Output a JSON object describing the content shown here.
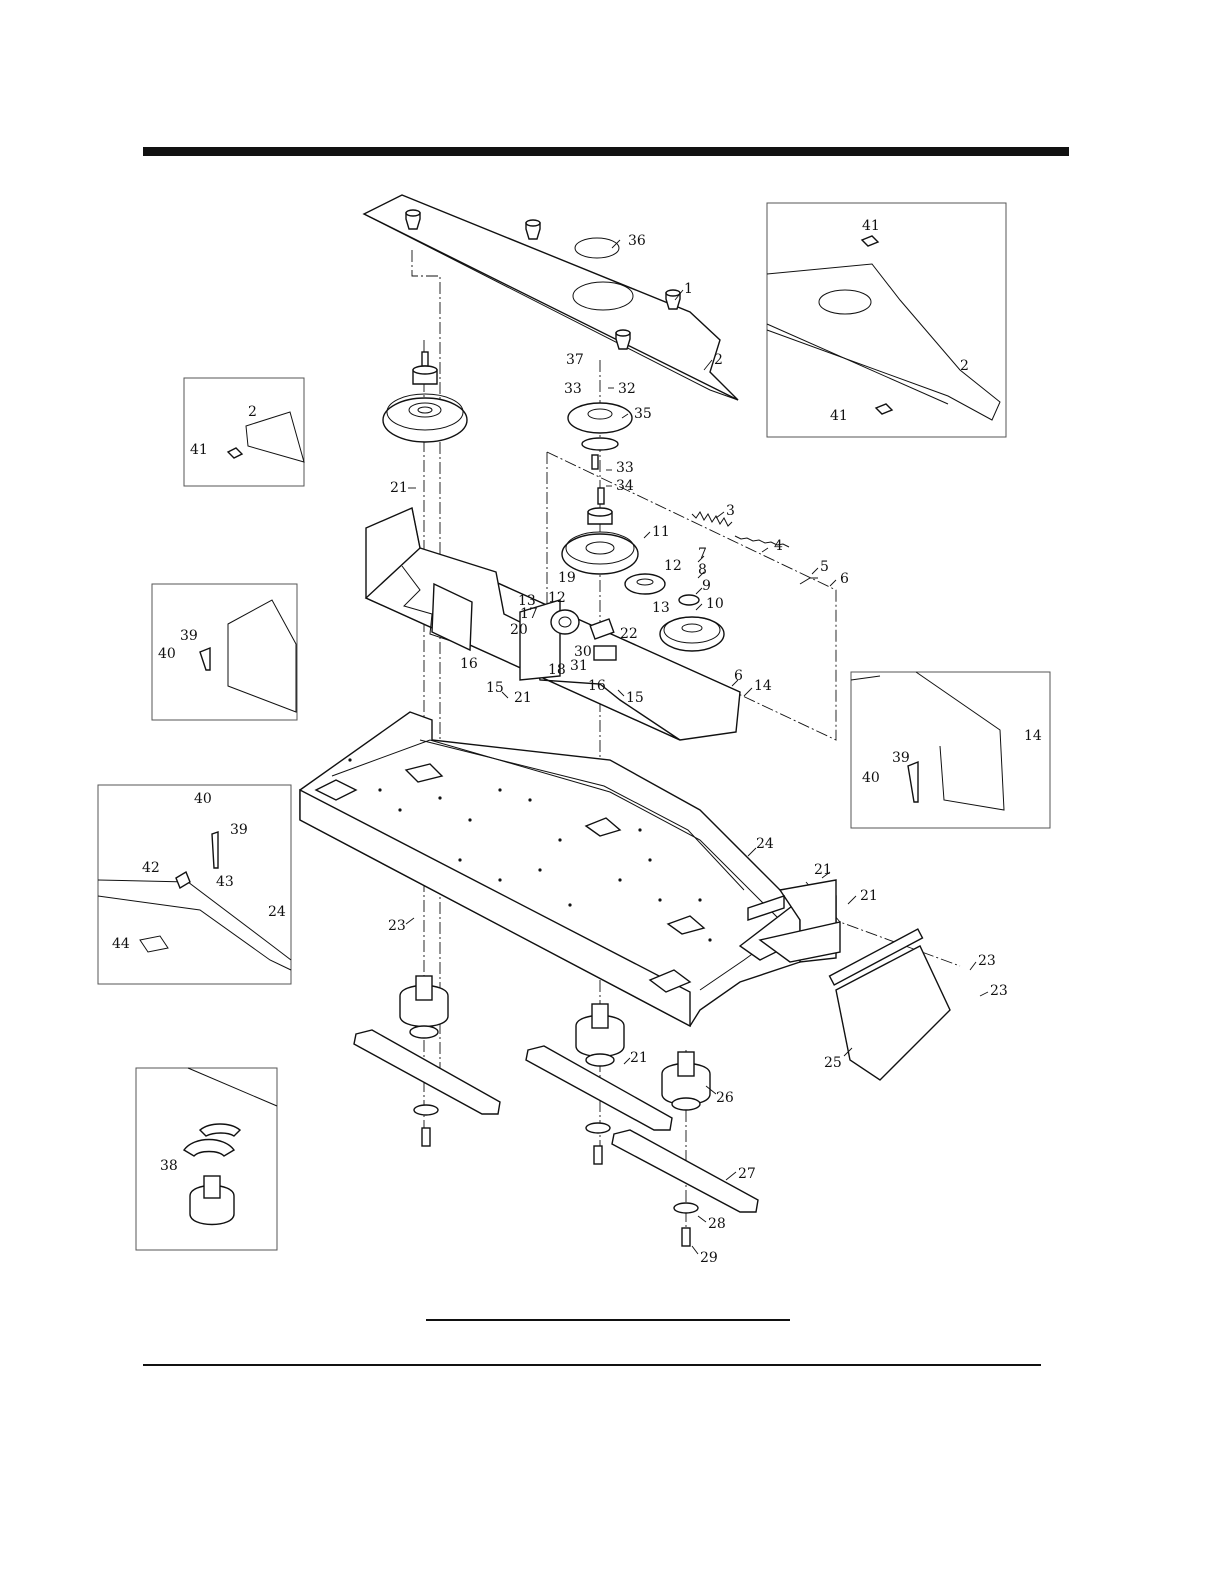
{
  "callouts": {
    "n1": "1",
    "n2": "2",
    "n3": "3",
    "n4": "4",
    "n5": "5",
    "n6": "6",
    "n7": "7",
    "n8": "8",
    "n9": "9",
    "n10": "10",
    "n11": "11",
    "n12": "12",
    "n13": "13",
    "n14": "14",
    "n15": "15",
    "n16": "16",
    "n17": "17",
    "n18": "18",
    "n19": "19",
    "n20": "20",
    "n21": "21",
    "n22": "22",
    "n23": "23",
    "n24": "24",
    "n25": "25",
    "n26": "26",
    "n27": "27",
    "n28": "28",
    "n29": "29",
    "n30": "30",
    "n31": "31",
    "n32": "32",
    "n33": "33",
    "n34": "34",
    "n35": "35",
    "n36": "36",
    "n37": "37",
    "n38": "38",
    "n39": "39",
    "n40": "40",
    "n41": "41",
    "n42": "42",
    "n43": "43",
    "n44": "44"
  },
  "colors": {
    "ink": "#111111",
    "paper": "#ffffff"
  }
}
